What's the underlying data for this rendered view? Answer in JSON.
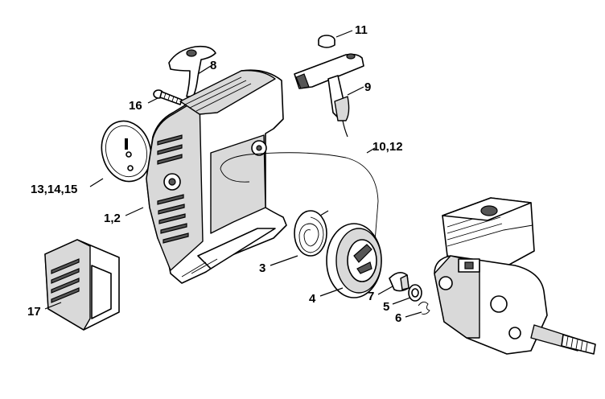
{
  "diagram": {
    "callouts": {
      "c11": "11",
      "c8": "8",
      "c9": "9",
      "c16": "16",
      "c10_12": "10,12",
      "c13_14_15": "13,14,15",
      "c1_2": "1,2",
      "c3": "3",
      "c4": "4",
      "c7": "7",
      "c5": "5",
      "c6": "6",
      "c17": "17"
    }
  }
}
